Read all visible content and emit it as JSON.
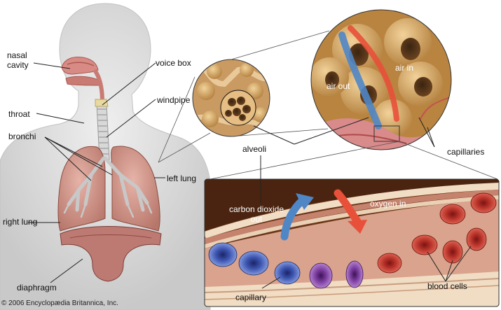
{
  "labels": {
    "nasal_cavity": "nasal\ncavity",
    "voice_box": "voice box",
    "windpipe": "windpipe",
    "throat": "throat",
    "bronchi": "bronchi",
    "left_lung": "left lung",
    "right_lung": "right lung",
    "diaphragm": "diaphragm",
    "alveoli": "alveoli",
    "air_out": "air out",
    "air_in": "air in",
    "capillaries": "capillaries",
    "carbon_dioxide_out": "carbon dioxide\nout",
    "oxygen_in": "oxygen in",
    "capillary": "capillary",
    "blood_cells": "blood cells"
  },
  "copyright": "© 2006 Encyclopædia Britannica, Inc.",
  "colors": {
    "body_silhouette": "#d9d9d9",
    "lung": "#d9a196",
    "airway": "#cfcfcf",
    "alveoli_tan": "#d4a15c",
    "arrow_blue": "#4f86c6",
    "arrow_red": "#e8503a",
    "red_cell": "#c0392b",
    "blue_cell": "#3c4fa6",
    "purple_cell": "#7b3f9e",
    "capillary_wall": "#e6cdb4"
  }
}
